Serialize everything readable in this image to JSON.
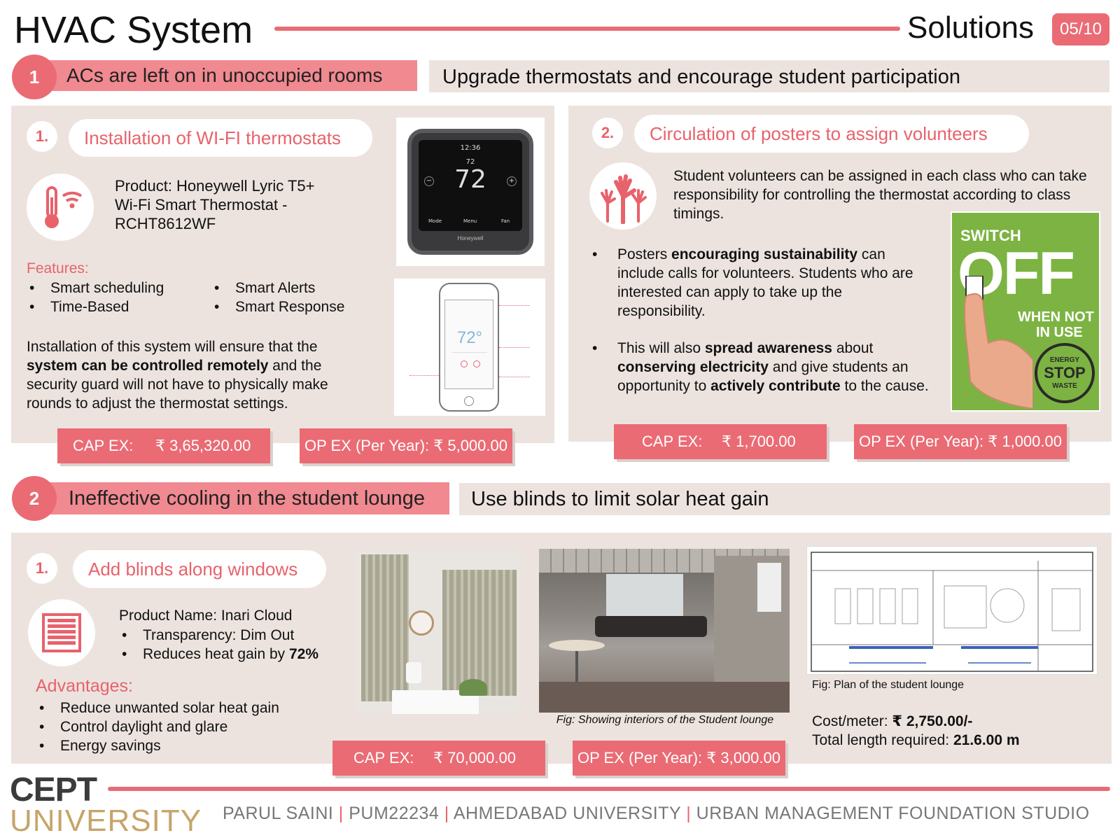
{
  "header": {
    "title": "HVAC System",
    "section": "Solutions",
    "page_badge": "05/10"
  },
  "problem1": {
    "number": "1",
    "issue": "ACs are left on in unoccupied rooms",
    "solution": "Upgrade thermostats and encourage student participation"
  },
  "card1": {
    "number": "1.",
    "title": "Installation of WI-FI thermostats",
    "product": "Product: Honeywell Lyric T5+ Wi-Fi Smart Thermostat - RCHT8612WF",
    "features_label": "Features:",
    "features_left": [
      "Smart scheduling",
      "Time-Based"
    ],
    "features_right": [
      "Smart Alerts",
      "Smart Response"
    ],
    "desc_1": "Installation of this system will ensure that the ",
    "desc_bold": "system can be controlled remotely",
    "desc_2": " and the security guard will not have to physically make rounds to adjust the thermostat settings.",
    "capex_label": "CAP EX:",
    "capex_value": "₹ 3,65,320.00",
    "opex": "OP EX (Per Year): ₹ 5,000.00",
    "thermo_time": "12:36",
    "thermo_temp": "72",
    "thermo_set": "72",
    "thermo_mode": "Mode",
    "thermo_menu": "Menu",
    "thermo_fan": "Fan",
    "thermo_brand": "Honeywell",
    "phone_temp": "72°"
  },
  "card2": {
    "number": "2.",
    "title": "Circulation of posters to assign volunteers",
    "intro": "Student volunteers can be assigned in each class who can take responsibility for controlling the thermostat according to class timings.",
    "b1_1": "Posters ",
    "b1_bold": "encouraging sustainability",
    "b1_2": " can include calls for volunteers. Students who are interested can apply to take up the responsibility.",
    "b2_1": "This will also ",
    "b2_bold1": "spread awareness",
    "b2_2": " about ",
    "b2_bold2": "conserving electricity",
    "b2_3": " and give students an opportunity to ",
    "b2_bold3": "actively contribute",
    "b2_4": " to the cause.",
    "poster_switch": "SWITCH",
    "poster_off": "OFF",
    "poster_when": "WHEN NOT",
    "poster_inuse": "IN USE",
    "poster_stop": "STOP",
    "poster_energy": "ENERGY",
    "poster_waste": "WASTE",
    "capex_label": "CAP EX:",
    "capex_value": "₹ 1,700.00",
    "opex": "OP EX (Per Year): ₹ 1,000.00"
  },
  "problem2": {
    "number": "2",
    "issue": "Ineffective cooling in the student lounge",
    "solution": "Use blinds to limit solar heat gain"
  },
  "card3": {
    "number": "1.",
    "title": "Add blinds along windows",
    "product": "Product Name: Inari Cloud",
    "spec1": "Transparency: Dim Out",
    "spec2_1": "Reduces heat gain by ",
    "spec2_bold": "72%",
    "adv_label": "Advantages:",
    "advantages": [
      "Reduce unwanted solar heat gain",
      "Control daylight and glare",
      "Energy savings"
    ],
    "fig_interior": "Fig: Showing interiors of the Student lounge",
    "fig_plan": "Fig: Plan of the student lounge",
    "cost_label": "Cost/meter: ",
    "cost_value": "₹ 2,750.00/-",
    "length_label": "Total length required: ",
    "length_value": "21.6.00 m",
    "capex_label": "CAP EX:",
    "capex_value": "₹ 70,000.00",
    "opex": "OP EX (Per Year): ₹ 3,000.00"
  },
  "footer": {
    "logo_top": "CEPT",
    "logo_bottom": "UNIVERSITY",
    "name": "PARUL SAINI",
    "id": "PUM22234",
    "univ": "AHMEDABAD UNIVERSITY",
    "studio": "URBAN MANAGEMENT FOUNDATION STUDIO",
    "sep": "|"
  },
  "colors": {
    "accent": "#ea6b74",
    "panel": "#ece3df",
    "poster_green": "#7cb342"
  }
}
